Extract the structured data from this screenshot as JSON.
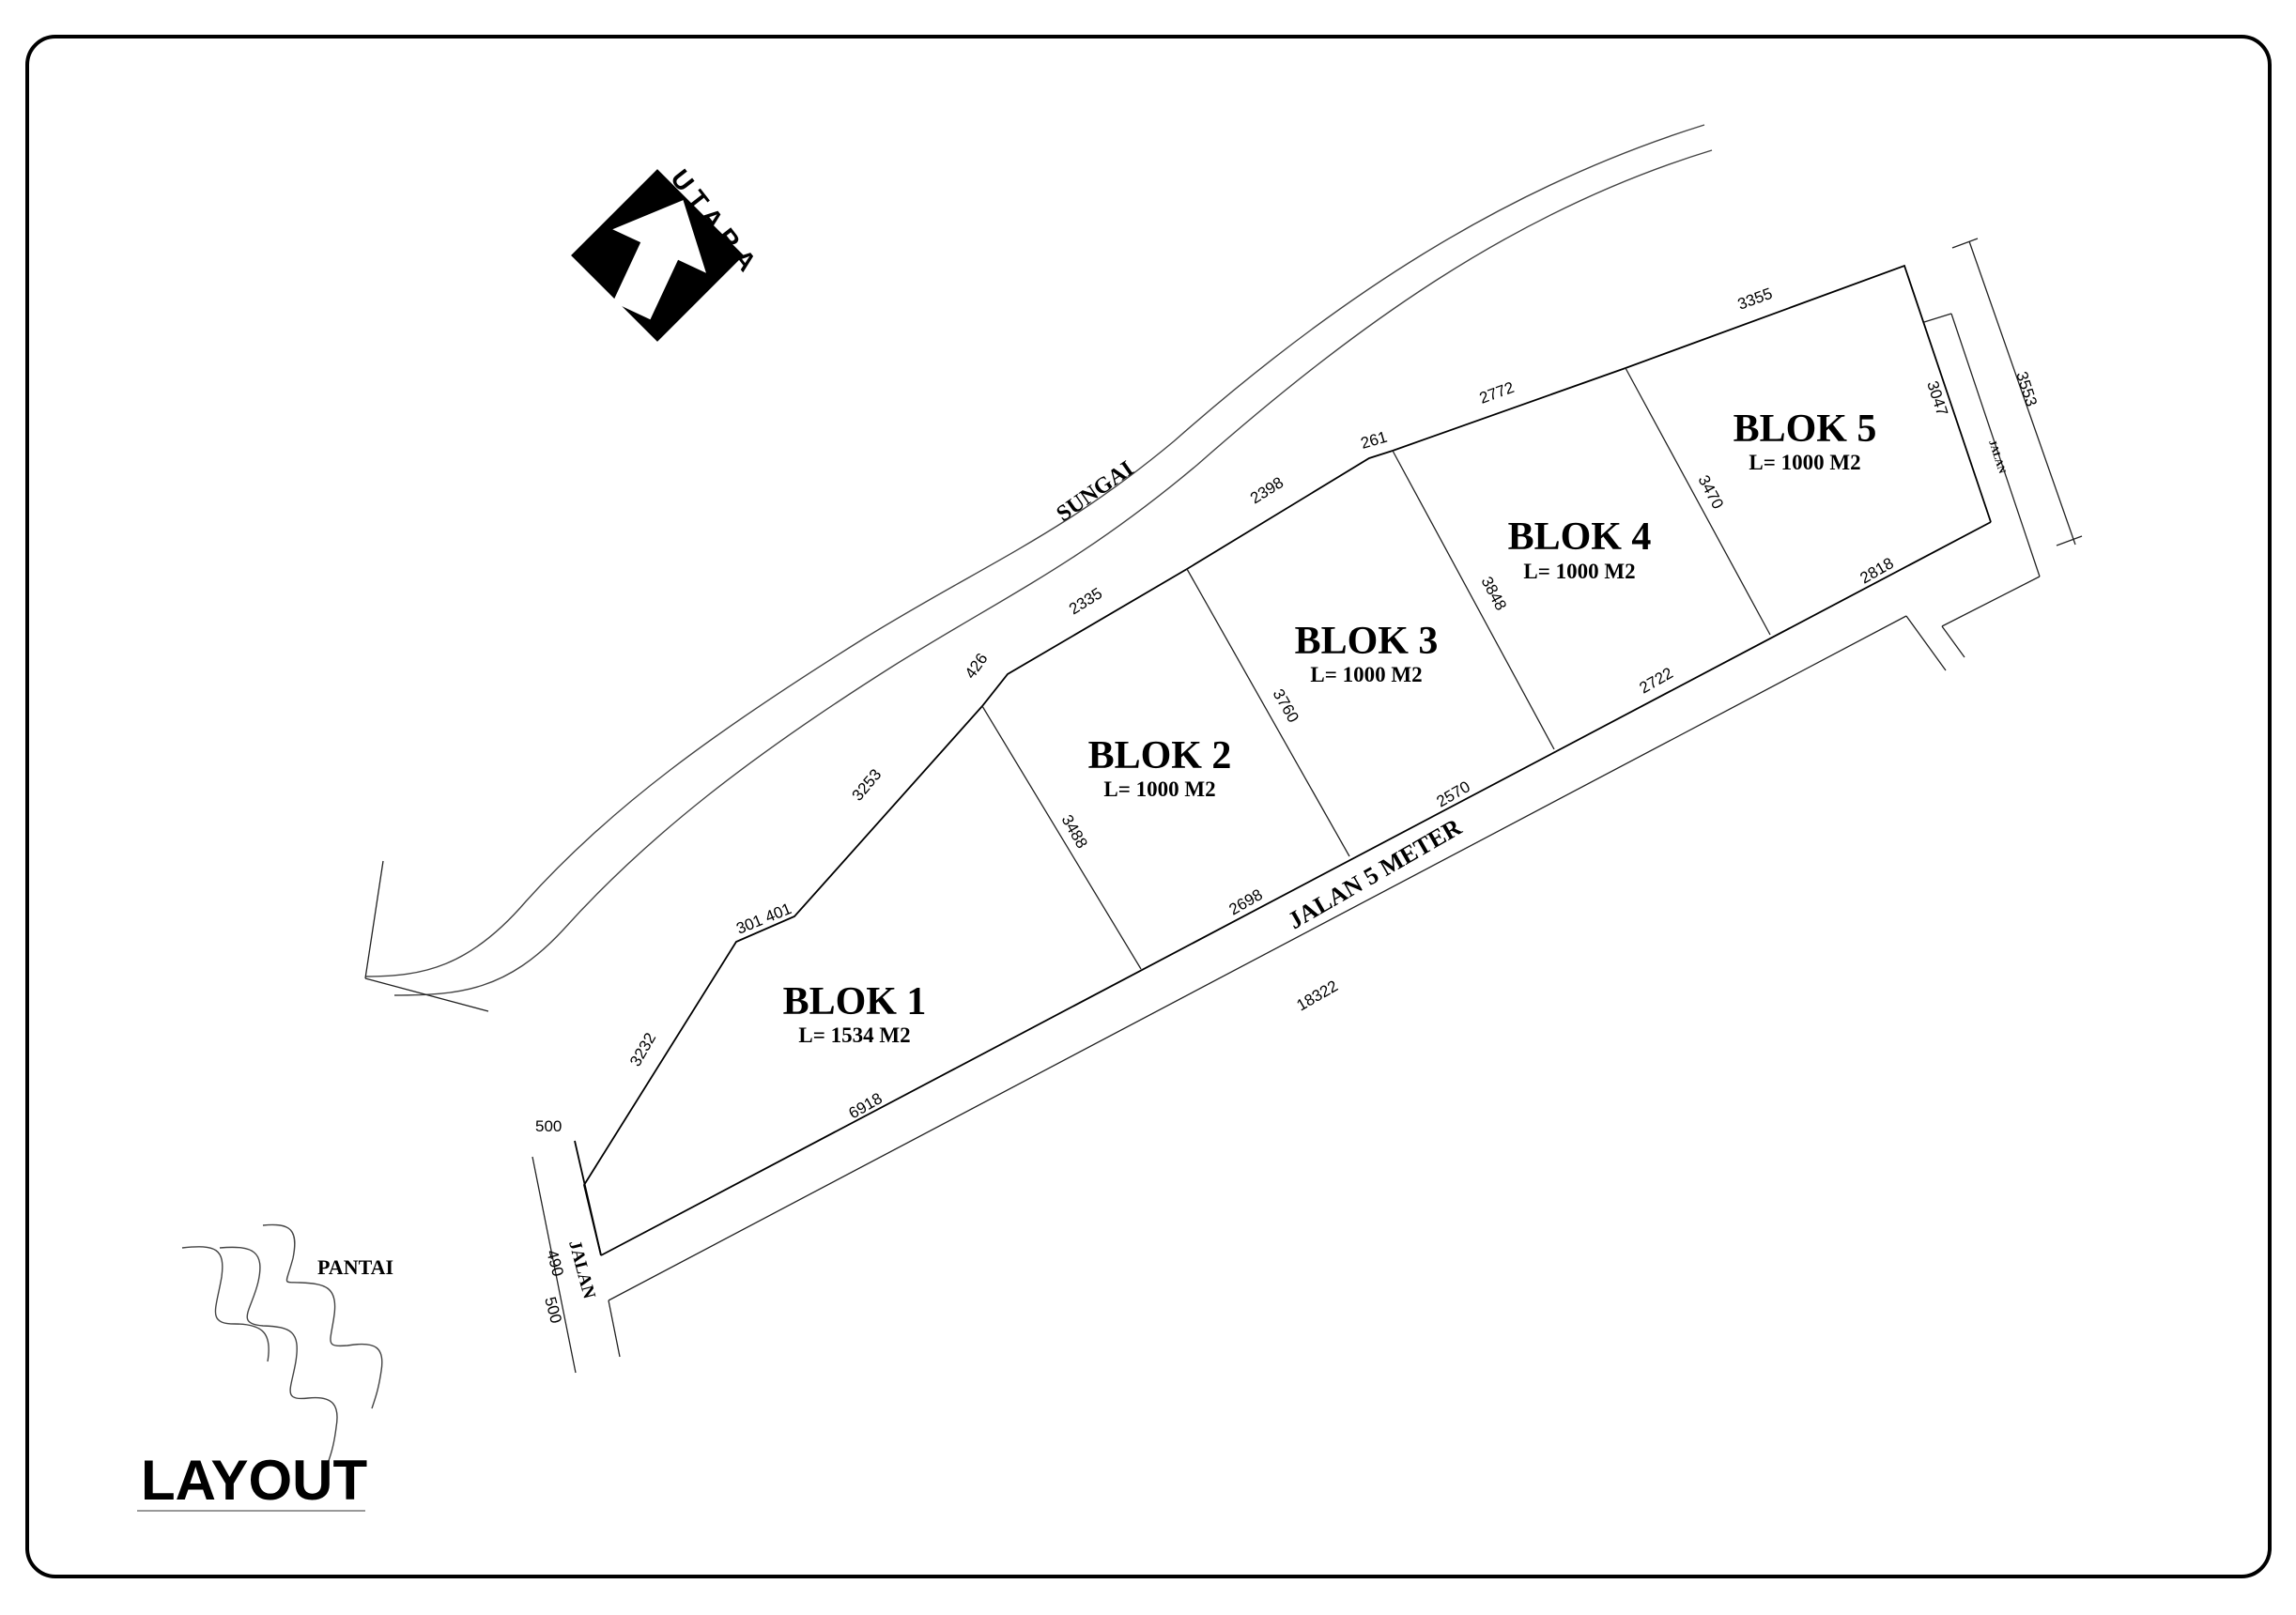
{
  "title": "LAYOUT",
  "north_label": "UTARA",
  "river_label": "SUNGAI",
  "beach_label": "PANTAI",
  "road_main_label": "JALAN 5 METER",
  "road_left_label": "JALAN",
  "road_right_label": "JALAN",
  "blocks": [
    {
      "name": "BLOK 1",
      "area": "L= 1534 M2"
    },
    {
      "name": "BLOK 2",
      "area": "L= 1000 M2"
    },
    {
      "name": "BLOK 3",
      "area": "L= 1000 M2"
    },
    {
      "name": "BLOK 4",
      "area": "L= 1000 M2"
    },
    {
      "name": "BLOK 5",
      "area": "L= 1000 M2"
    }
  ],
  "dimensions": {
    "blok1_left": "3232",
    "blok1_short_a": "301",
    "blok1_short_b": "401",
    "blok1_upper": "3253",
    "corner_426": "426",
    "blok2_top": "2335",
    "blok3_top": "2398",
    "corner_261": "261",
    "blok4_top": "2772",
    "blok5_top": "3355",
    "blok5_right": "3047",
    "overall_right": "3553",
    "div_1_2": "3488",
    "div_2_3": "3760",
    "div_3_4": "3848",
    "div_4_5": "3470",
    "blok1_bottom": "6918",
    "blok2_bottom": "2698",
    "blok3_bottom": "2570",
    "blok4_bottom": "2722",
    "blok5_bottom": "2818",
    "road_total": "18322",
    "left_road_top": "500",
    "left_road_490": "490",
    "left_road_500": "500"
  }
}
